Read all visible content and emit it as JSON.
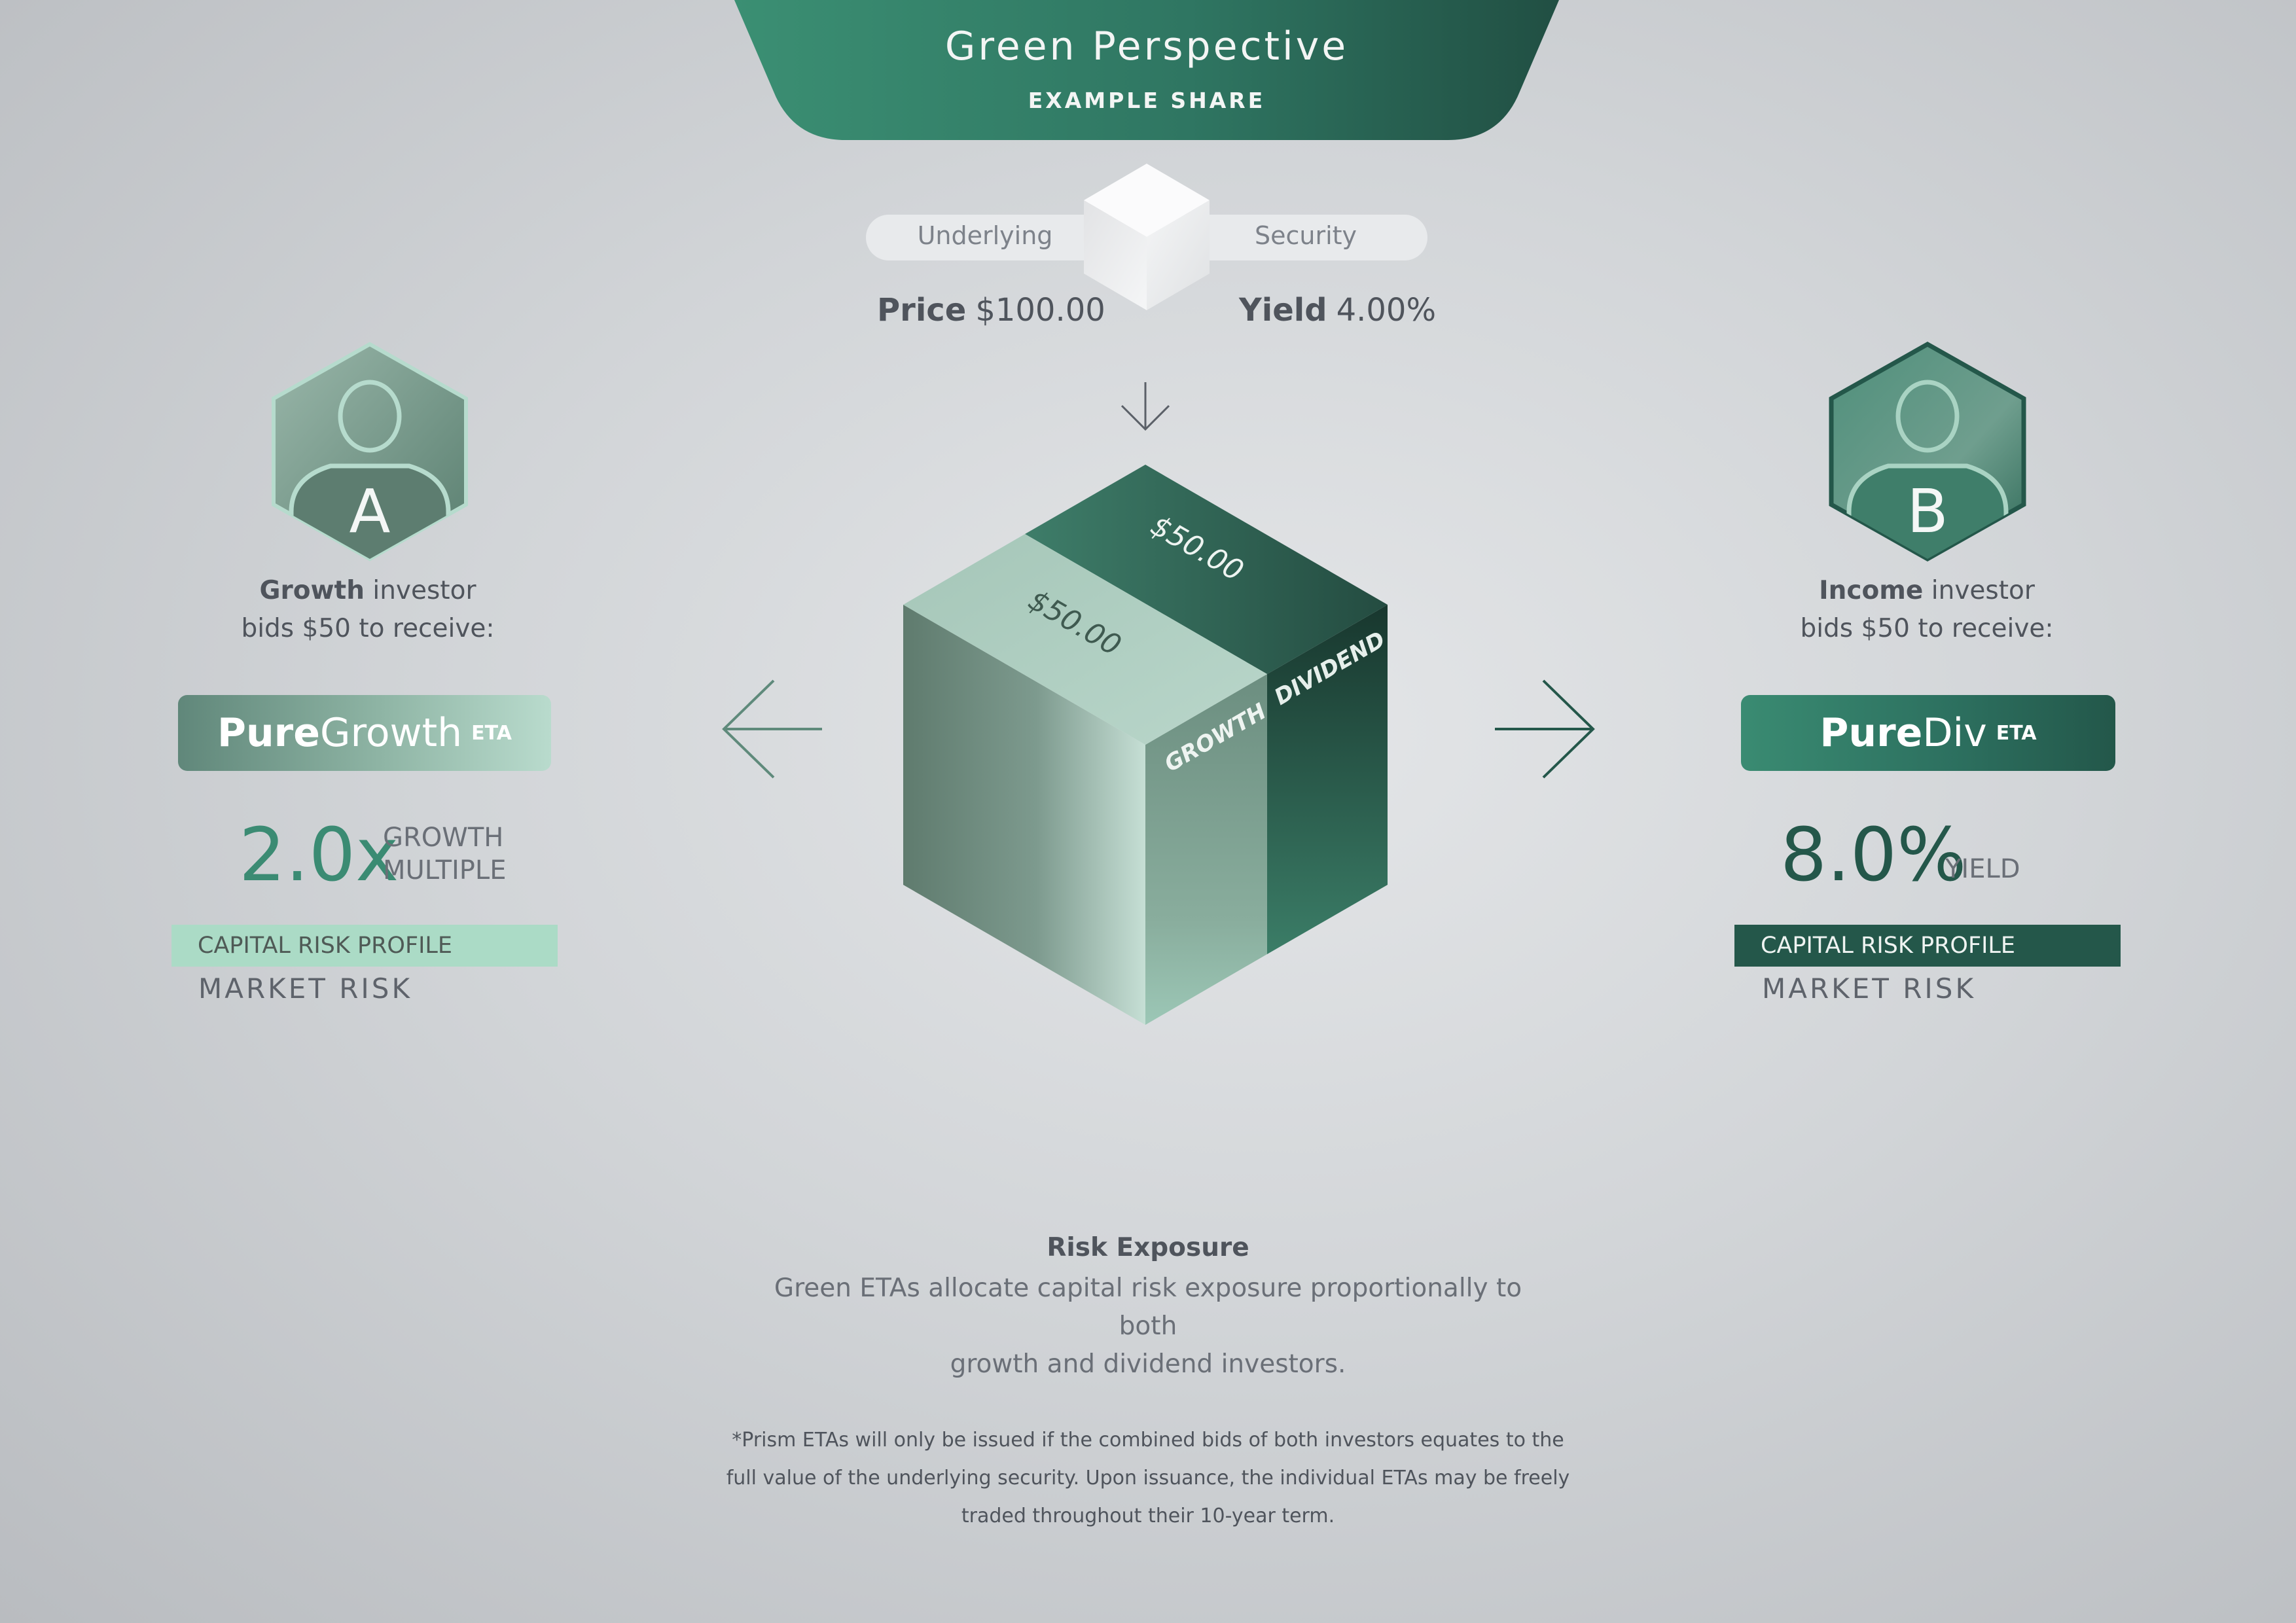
{
  "banner": {
    "title": "Green Perspective",
    "subtitle": "EXAMPLE SHARE"
  },
  "underlying": {
    "left_label": "Underlying",
    "right_label": "Security",
    "price_label": "Price",
    "price_value": "$100.00",
    "yield_label": "Yield",
    "yield_value": "4.00%"
  },
  "cube": {
    "top_left_value": "$50.00",
    "top_right_value": "$50.00",
    "growth_label": "GROWTH",
    "dividend_label": "DIVIDEND"
  },
  "investor_a": {
    "letter": "A",
    "type_bold": "Growth",
    "type_rest": " investor",
    "bid_text": "bids $50 to receive:",
    "product_bold": "Pure",
    "product_rest": "Growth",
    "product_sup": "ETA",
    "metric_value": "2.0x",
    "metric_line1": "GROWTH",
    "metric_line2": "MULTIPLE",
    "risk_profile": "CAPITAL RISK PROFILE",
    "risk_type": "MARKET RISK"
  },
  "investor_b": {
    "letter": "B",
    "type_bold": "Income",
    "type_rest": " investor",
    "bid_text": "bids $50 to receive:",
    "product_bold": "Pure",
    "product_rest": "Div",
    "product_sup": "ETA",
    "metric_value": "8.0%",
    "metric_label": "YIELD",
    "risk_profile": "CAPITAL RISK PROFILE",
    "risk_type": "MARKET RISK"
  },
  "risk_exposure": {
    "title": "Risk Exposure",
    "line1": "Green ETAs allocate capital risk exposure proportionally to both",
    "line2": "growth and dividend investors."
  },
  "footnote": {
    "line1": "*Prism ETAs will only be issued if the combined bids of both investors equates to the",
    "line2": "full value of the underlying security. Upon issuance, the individual ETAs may be freely",
    "line3": "traded throughout their 10-year term."
  },
  "colors": {
    "brand_green": "#2f7d65",
    "dark_green": "#24574a",
    "light_mint": "#abdbc6",
    "text_gray": "#5d626a"
  },
  "icons": [
    "person-icon",
    "down-arrow-icon",
    "left-arrow-icon",
    "right-arrow-icon",
    "cube-icon"
  ]
}
